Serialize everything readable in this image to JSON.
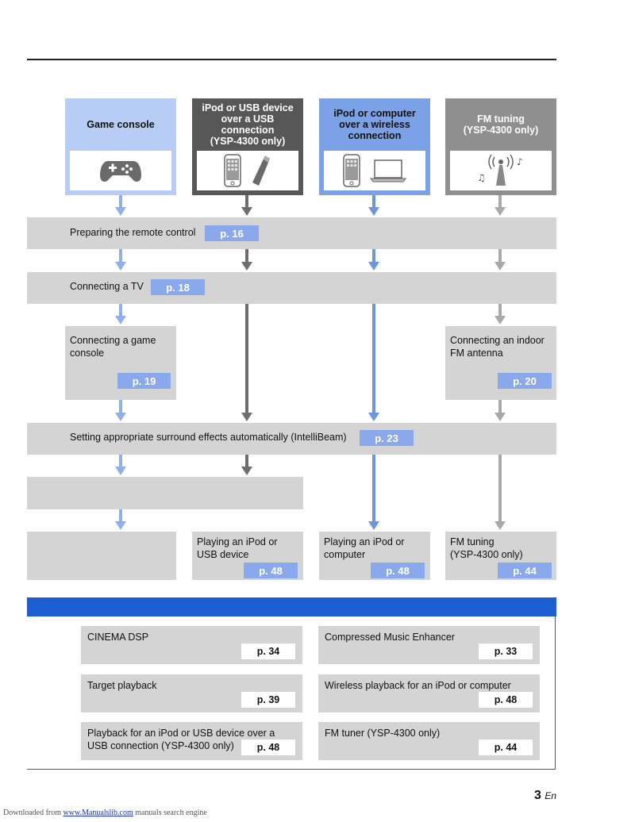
{
  "sources": [
    {
      "label": "Game console",
      "icons": [
        "gamepad-icon"
      ],
      "color": "#b7cdf5"
    },
    {
      "label": "iPod or USB device\nover a USB\nconnection\n(YSP-4300 only)",
      "icons": [
        "ipod-icon",
        "usb-stick-icon"
      ],
      "color": "#575757"
    },
    {
      "label": "iPod or computer\nover a wireless\nconnection",
      "icons": [
        "ipod-icon",
        "laptop-icon"
      ],
      "color": "#7ba1e6"
    },
    {
      "label": "FM tuning\n(YSP-4300 only)",
      "icons": [
        "antenna-music-icon"
      ],
      "color": "#8f8f8f"
    }
  ],
  "steps": {
    "remote": {
      "label": "Preparing the remote control",
      "page": "p. 16"
    },
    "tv": {
      "label": "Connecting a TV",
      "page": "p. 18"
    },
    "game": {
      "label": "Connecting a game\nconsole",
      "page": "p. 19"
    },
    "antenna": {
      "label": "Connecting an indoor\nFM antenna",
      "page": "p. 20"
    },
    "intellibeam": {
      "label": "Setting appropriate surround effects automatically (IntelliBeam)",
      "page": "p. 23"
    }
  },
  "results": {
    "ipod_usb": {
      "label": "Playing an iPod or\nUSB device",
      "page": "p. 48"
    },
    "ipod_computer": {
      "label": "Playing an iPod or\ncomputer",
      "page": "p. 48"
    },
    "fm": {
      "label": "FM tuning\n(YSP-4300 only)",
      "page": "p. 44"
    }
  },
  "menu": [
    {
      "label": "CINEMA DSP",
      "page": "p. 34"
    },
    {
      "label": "Compressed Music Enhancer",
      "page": "p. 33"
    },
    {
      "label": "Target playback",
      "page": "p. 39"
    },
    {
      "label": "Wireless playback for an iPod or computer",
      "page": "p. 48"
    },
    {
      "label": "Playback for an iPod or USB device over a\nUSB connection (YSP-4300 only)",
      "page": "p. 48"
    },
    {
      "label": "FM tuner (YSP-4300 only)",
      "page": "p. 44"
    }
  ],
  "page_number": "3",
  "page_lang": "En",
  "footer": {
    "prefix": "Downloaded from ",
    "link": "www.Manualslib.com",
    "suffix": " manuals search engine"
  },
  "colors": {
    "accent_blue": "#1c5ed1",
    "page_ref": "#8aa9ec",
    "band_gray": "#d4d4d4",
    "arrow_light_blue": "#8fb0ec",
    "arrow_dark": "#6e6e6e",
    "arrow_blue": "#6b97de",
    "arrow_gray": "#a9a9a9"
  }
}
